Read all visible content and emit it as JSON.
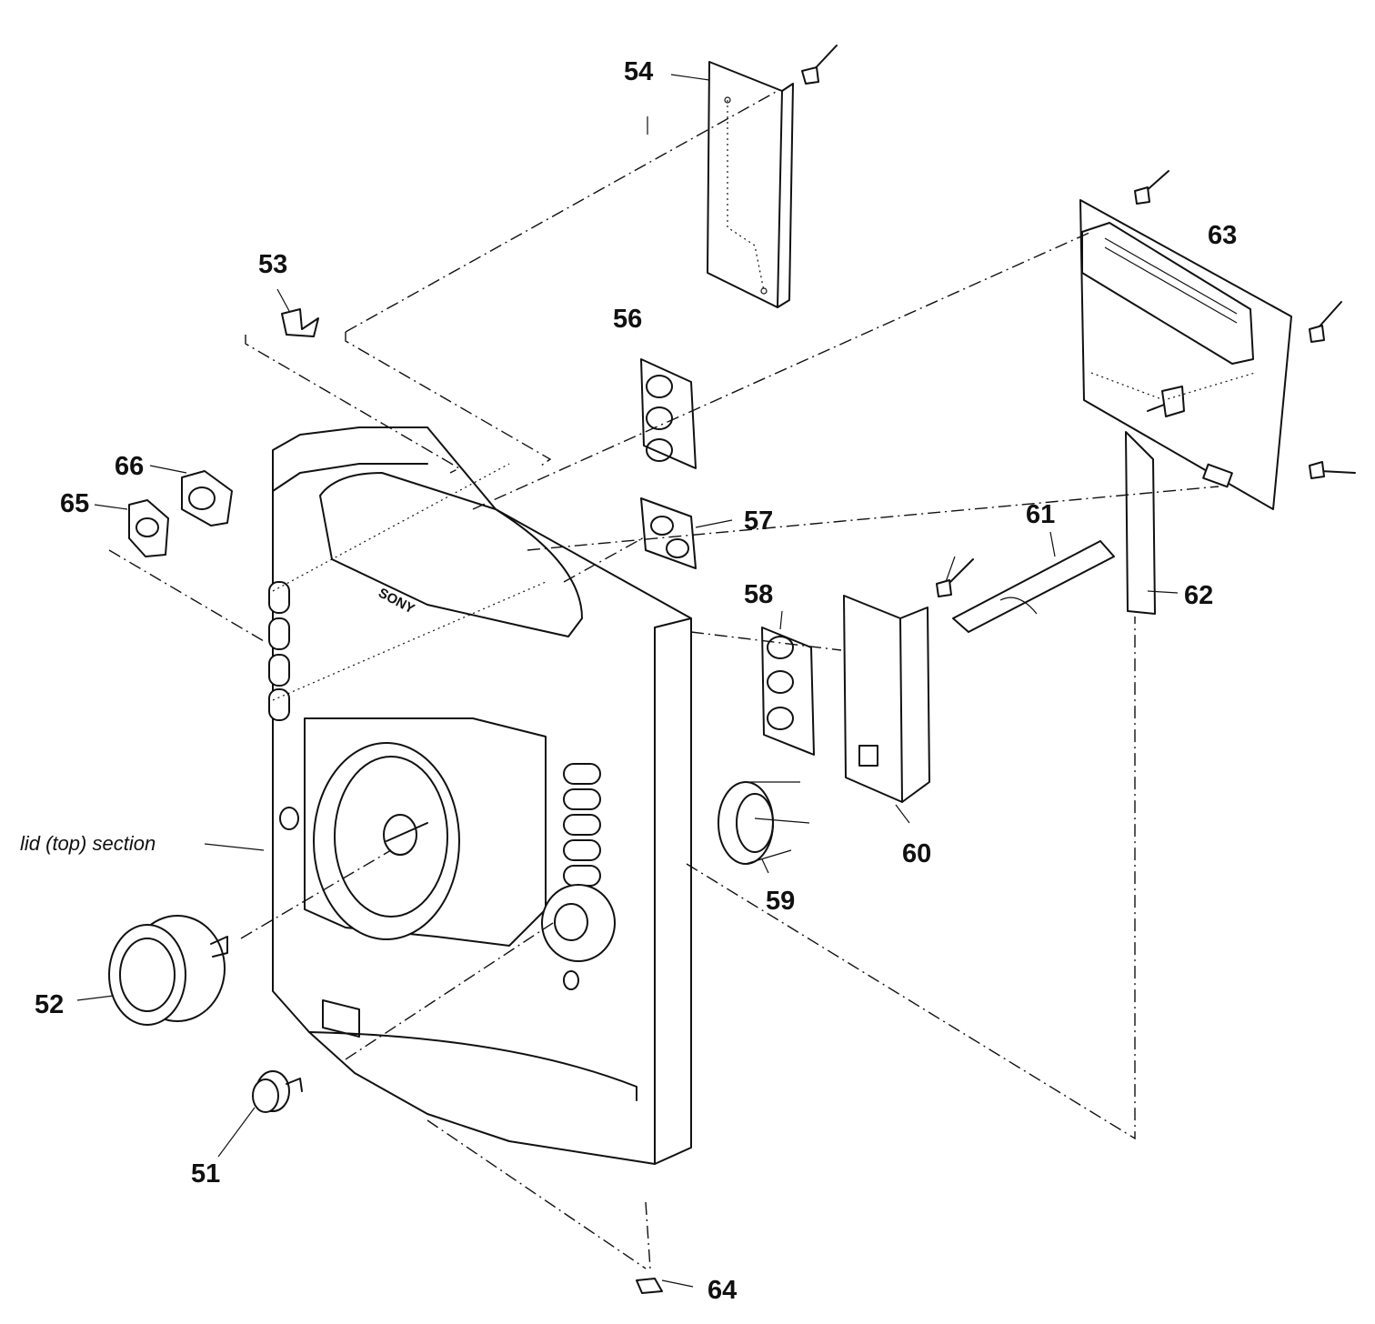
{
  "diagram": {
    "brand_text": "SONY",
    "caption": "lid (top) section",
    "part_labels": {
      "p51": "51",
      "p52": "52",
      "p53": "53",
      "p54": "54",
      "p56": "56",
      "p57": "57",
      "p58": "58",
      "p59": "59",
      "p60": "60",
      "p61": "61",
      "p62": "62",
      "p63": "63",
      "p64": "64",
      "p65": "65",
      "p66": "66"
    }
  }
}
